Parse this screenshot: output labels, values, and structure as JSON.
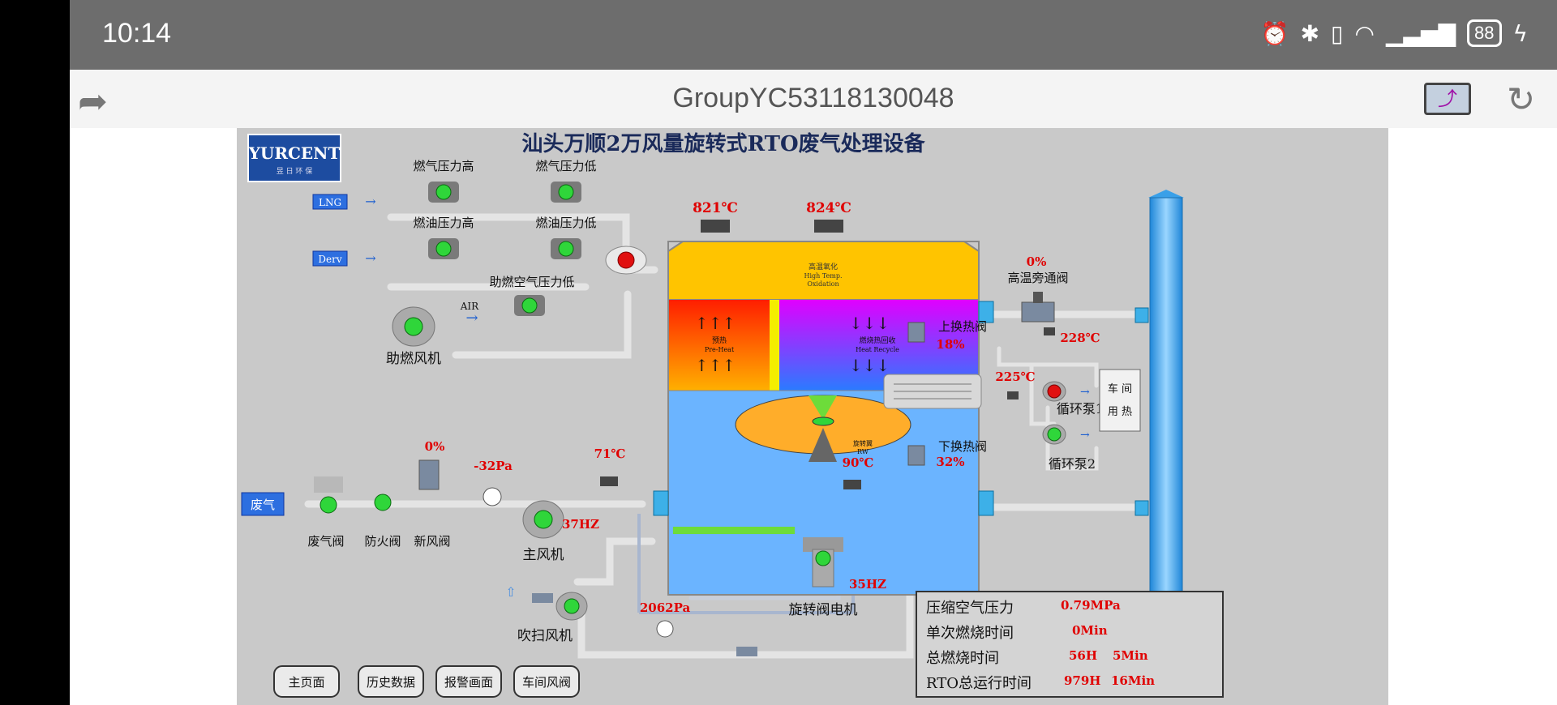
{
  "status_bar": {
    "time": "10:14",
    "battery": "88",
    "icons": [
      "alarm-icon",
      "bluetooth-icon",
      "vibrate-icon",
      "wifi-icon",
      "signal-4g-icon",
      "battery-icon",
      "charging-icon"
    ]
  },
  "app_bar": {
    "title": "GroupYC53118130048",
    "back_icon": "back-arrow-icon",
    "share_icon": "share-icon",
    "refresh_icon": "refresh-icon"
  },
  "scada": {
    "logo": {
      "text": "YURCENT",
      "sub": "昱 日 环 保"
    },
    "title": "汕头万顺2万风量旋转式RTO废气处理设备",
    "inputs": {
      "lng": "LNG",
      "derv": "Derv",
      "air": "AIR",
      "waste_gas": "废气"
    },
    "switch_labels": {
      "gas_high": "燃气压力高",
      "gas_low": "燃气压力低",
      "oil_high": "燃油压力高",
      "oil_low": "燃油压力低",
      "combustion_air_low": "助燃空气压力低"
    },
    "equipment": {
      "combustion_fan": "助燃风机",
      "waste_valve": "废气阀",
      "fire_valve": "防火阀",
      "fresh_air_valve": "新风阀",
      "main_fan": "主风机",
      "purge_fan": "吹扫风机",
      "rotary_motor": "旋转阀电机",
      "ht_bypass": "高温旁通阀",
      "upper_hx_valve": "上换热阀",
      "lower_hx_valve": "下换热阀",
      "pump1": "循环泵1",
      "pump2": "循环泵2",
      "workshop_heat_1": "车 间",
      "workshop_heat_2": "用 热"
    },
    "chamber": {
      "top_cn": "高温氧化",
      "top_en1": "High Temp.",
      "top_en2": "Oxidation",
      "left_cn": "预热",
      "left_en": "Pre-Heat",
      "right_cn": "燃烧热回收",
      "right_en": "Heat Recycle",
      "rw_cn": "旋转翼",
      "rw_en": "RW"
    },
    "readings": {
      "temp_top_left": "821℃",
      "temp_top_right": "824℃",
      "fresh_air_pct": "0%",
      "main_pressure": "-32Pa",
      "inlet_temp": "71℃",
      "main_fan_freq": "37HZ",
      "outlet_temp": "90℃",
      "bypass_pct": "0%",
      "upper_hx_pct": "18%",
      "lower_hx_pct": "32%",
      "hx_temp1": "228℃",
      "hx_temp2": "225℃",
      "purge_pressure": "2062Pa",
      "rotary_freq": "35HZ"
    },
    "info": {
      "rows": [
        {
          "label": "压缩空气压力",
          "value": "0.79MPa",
          "value2": ""
        },
        {
          "label": "单次燃烧时间",
          "value": "0Min",
          "value2": ""
        },
        {
          "label": "总燃烧时间",
          "value": "56H",
          "value2": "5Min"
        },
        {
          "label": "RTO总运行时间",
          "value": "979H",
          "value2": "16Min"
        }
      ]
    },
    "nav_buttons": [
      "主页面",
      "历史数据",
      "报警画面",
      "车间风阀"
    ],
    "colors": {
      "background": "#c9c9c9",
      "value_red": "#e00000",
      "pipe": "#dcdcdc",
      "status_on": "#2fd63a",
      "status_alarm": "#e01010"
    }
  }
}
